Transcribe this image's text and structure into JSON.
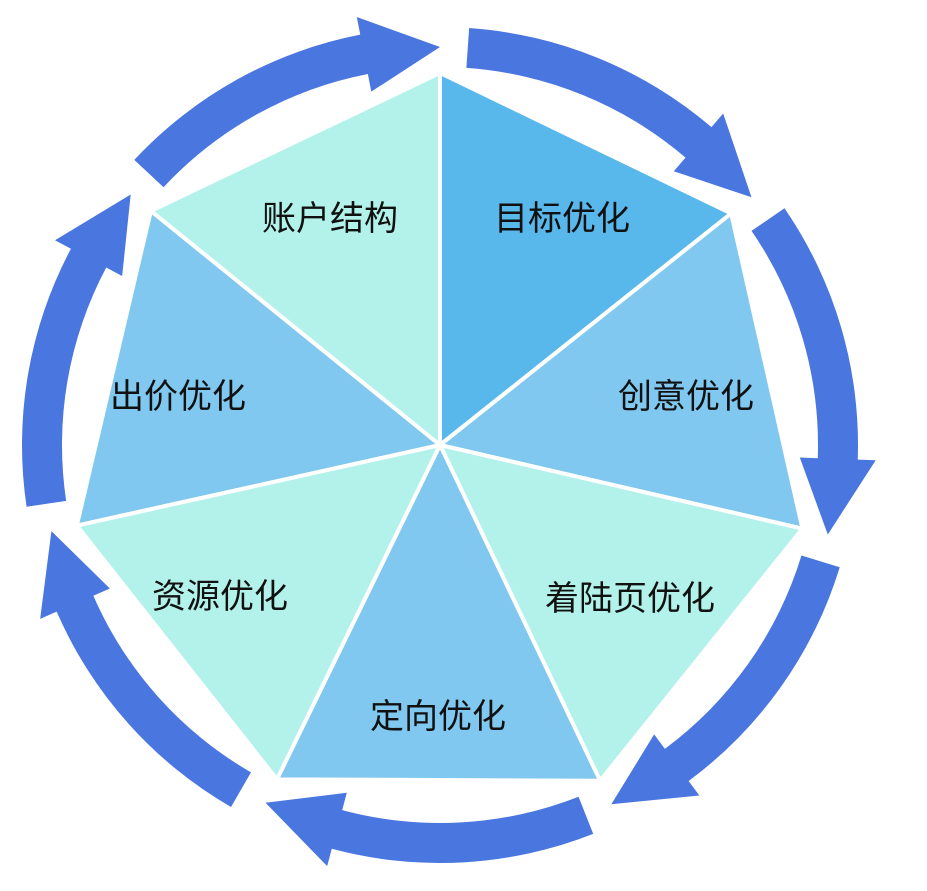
{
  "colors": {
    "ring_arrow": "#4a76e0",
    "segment_dark": "#58b8eb",
    "segment_mid": "#80c8ef",
    "segment_light": "#b2f2ea",
    "separator": "#ffffff",
    "label_text": "#111111"
  },
  "segments": [
    {
      "label": "账户结构",
      "color": "#58b8eb"
    },
    {
      "label": "目标优化",
      "color": "#80c8ef"
    },
    {
      "label": "创意优化",
      "color": "#b2f2ea"
    },
    {
      "label": "着陆页优化",
      "color": "#80c8ef"
    },
    {
      "label": "定向优化",
      "color": "#b2f2ea"
    },
    {
      "label": "资源优化",
      "color": "#80c8ef"
    },
    {
      "label": "出价优化",
      "color": "#b2f2ea"
    }
  ]
}
